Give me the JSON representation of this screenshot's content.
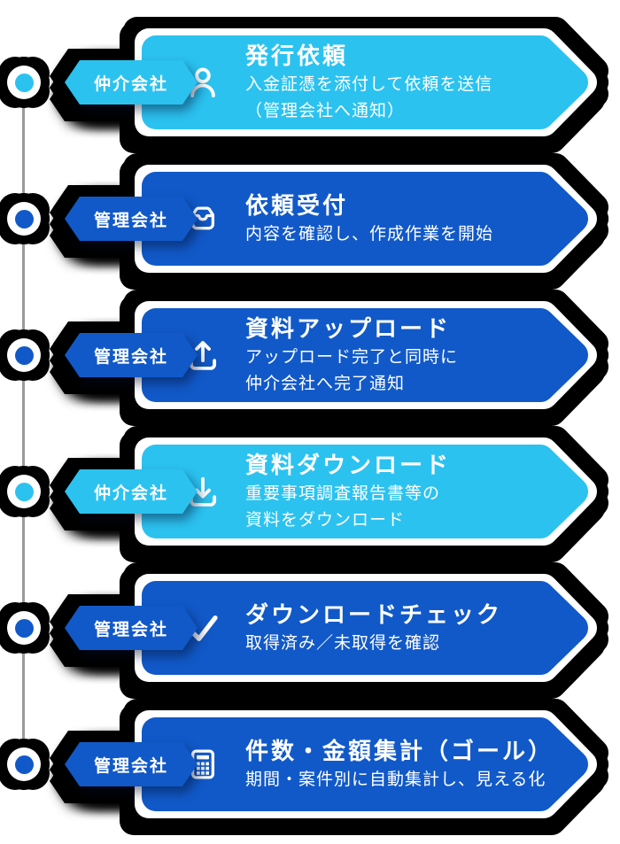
{
  "colors": {
    "cyan": "#2BC2F0",
    "blue": "#1159C8",
    "shadow": "#000000",
    "line": "#9a9a9a",
    "card_border": "#ffffff",
    "text": "#ffffff"
  },
  "steps": [
    {
      "actor": "仲介会社",
      "variant": "cyan",
      "icon": "user-icon",
      "title": "発行依頼",
      "desc1": "入金証憑を添付して依頼を送信",
      "desc2": "（管理会社へ通知）"
    },
    {
      "actor": "管理会社",
      "variant": "blue",
      "icon": "inbox-icon",
      "title": "依頼受付",
      "desc1": "内容を確認し、作成作業を開始",
      "desc2": ""
    },
    {
      "actor": "管理会社",
      "variant": "blue",
      "icon": "upload-icon",
      "title": "資料アップロード",
      "desc1": "アップロード完了と同時に",
      "desc2": "仲介会社へ完了通知"
    },
    {
      "actor": "仲介会社",
      "variant": "cyan",
      "icon": "download-icon",
      "title": "資料ダウンロード",
      "desc1": "重要事項調査報告書等の",
      "desc2": "資料をダウンロード"
    },
    {
      "actor": "管理会社",
      "variant": "blue",
      "icon": "check-icon",
      "title": "ダウンロードチェック",
      "desc1": "取得済み／未取得を確認",
      "desc2": ""
    },
    {
      "actor": "管理会社",
      "variant": "blue",
      "icon": "calculator-icon",
      "title": "件数・金額集計（ゴール）",
      "desc1": "期間・案件別に自動集計し、見える化",
      "desc2": ""
    }
  ]
}
